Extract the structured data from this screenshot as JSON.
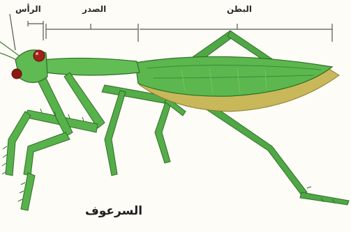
{
  "labels": {
    "head": "الرأس",
    "thorax": "الصدر",
    "abdomen": "البطن"
  },
  "caption": "السرعوف",
  "colors": {
    "body_green": "#56b04a",
    "body_dark": "#2f7d2c",
    "body_light": "#8fd07a",
    "belly_yellow": "#c9b85a",
    "eye_red": "#a32018",
    "bracket": "#555555"
  }
}
